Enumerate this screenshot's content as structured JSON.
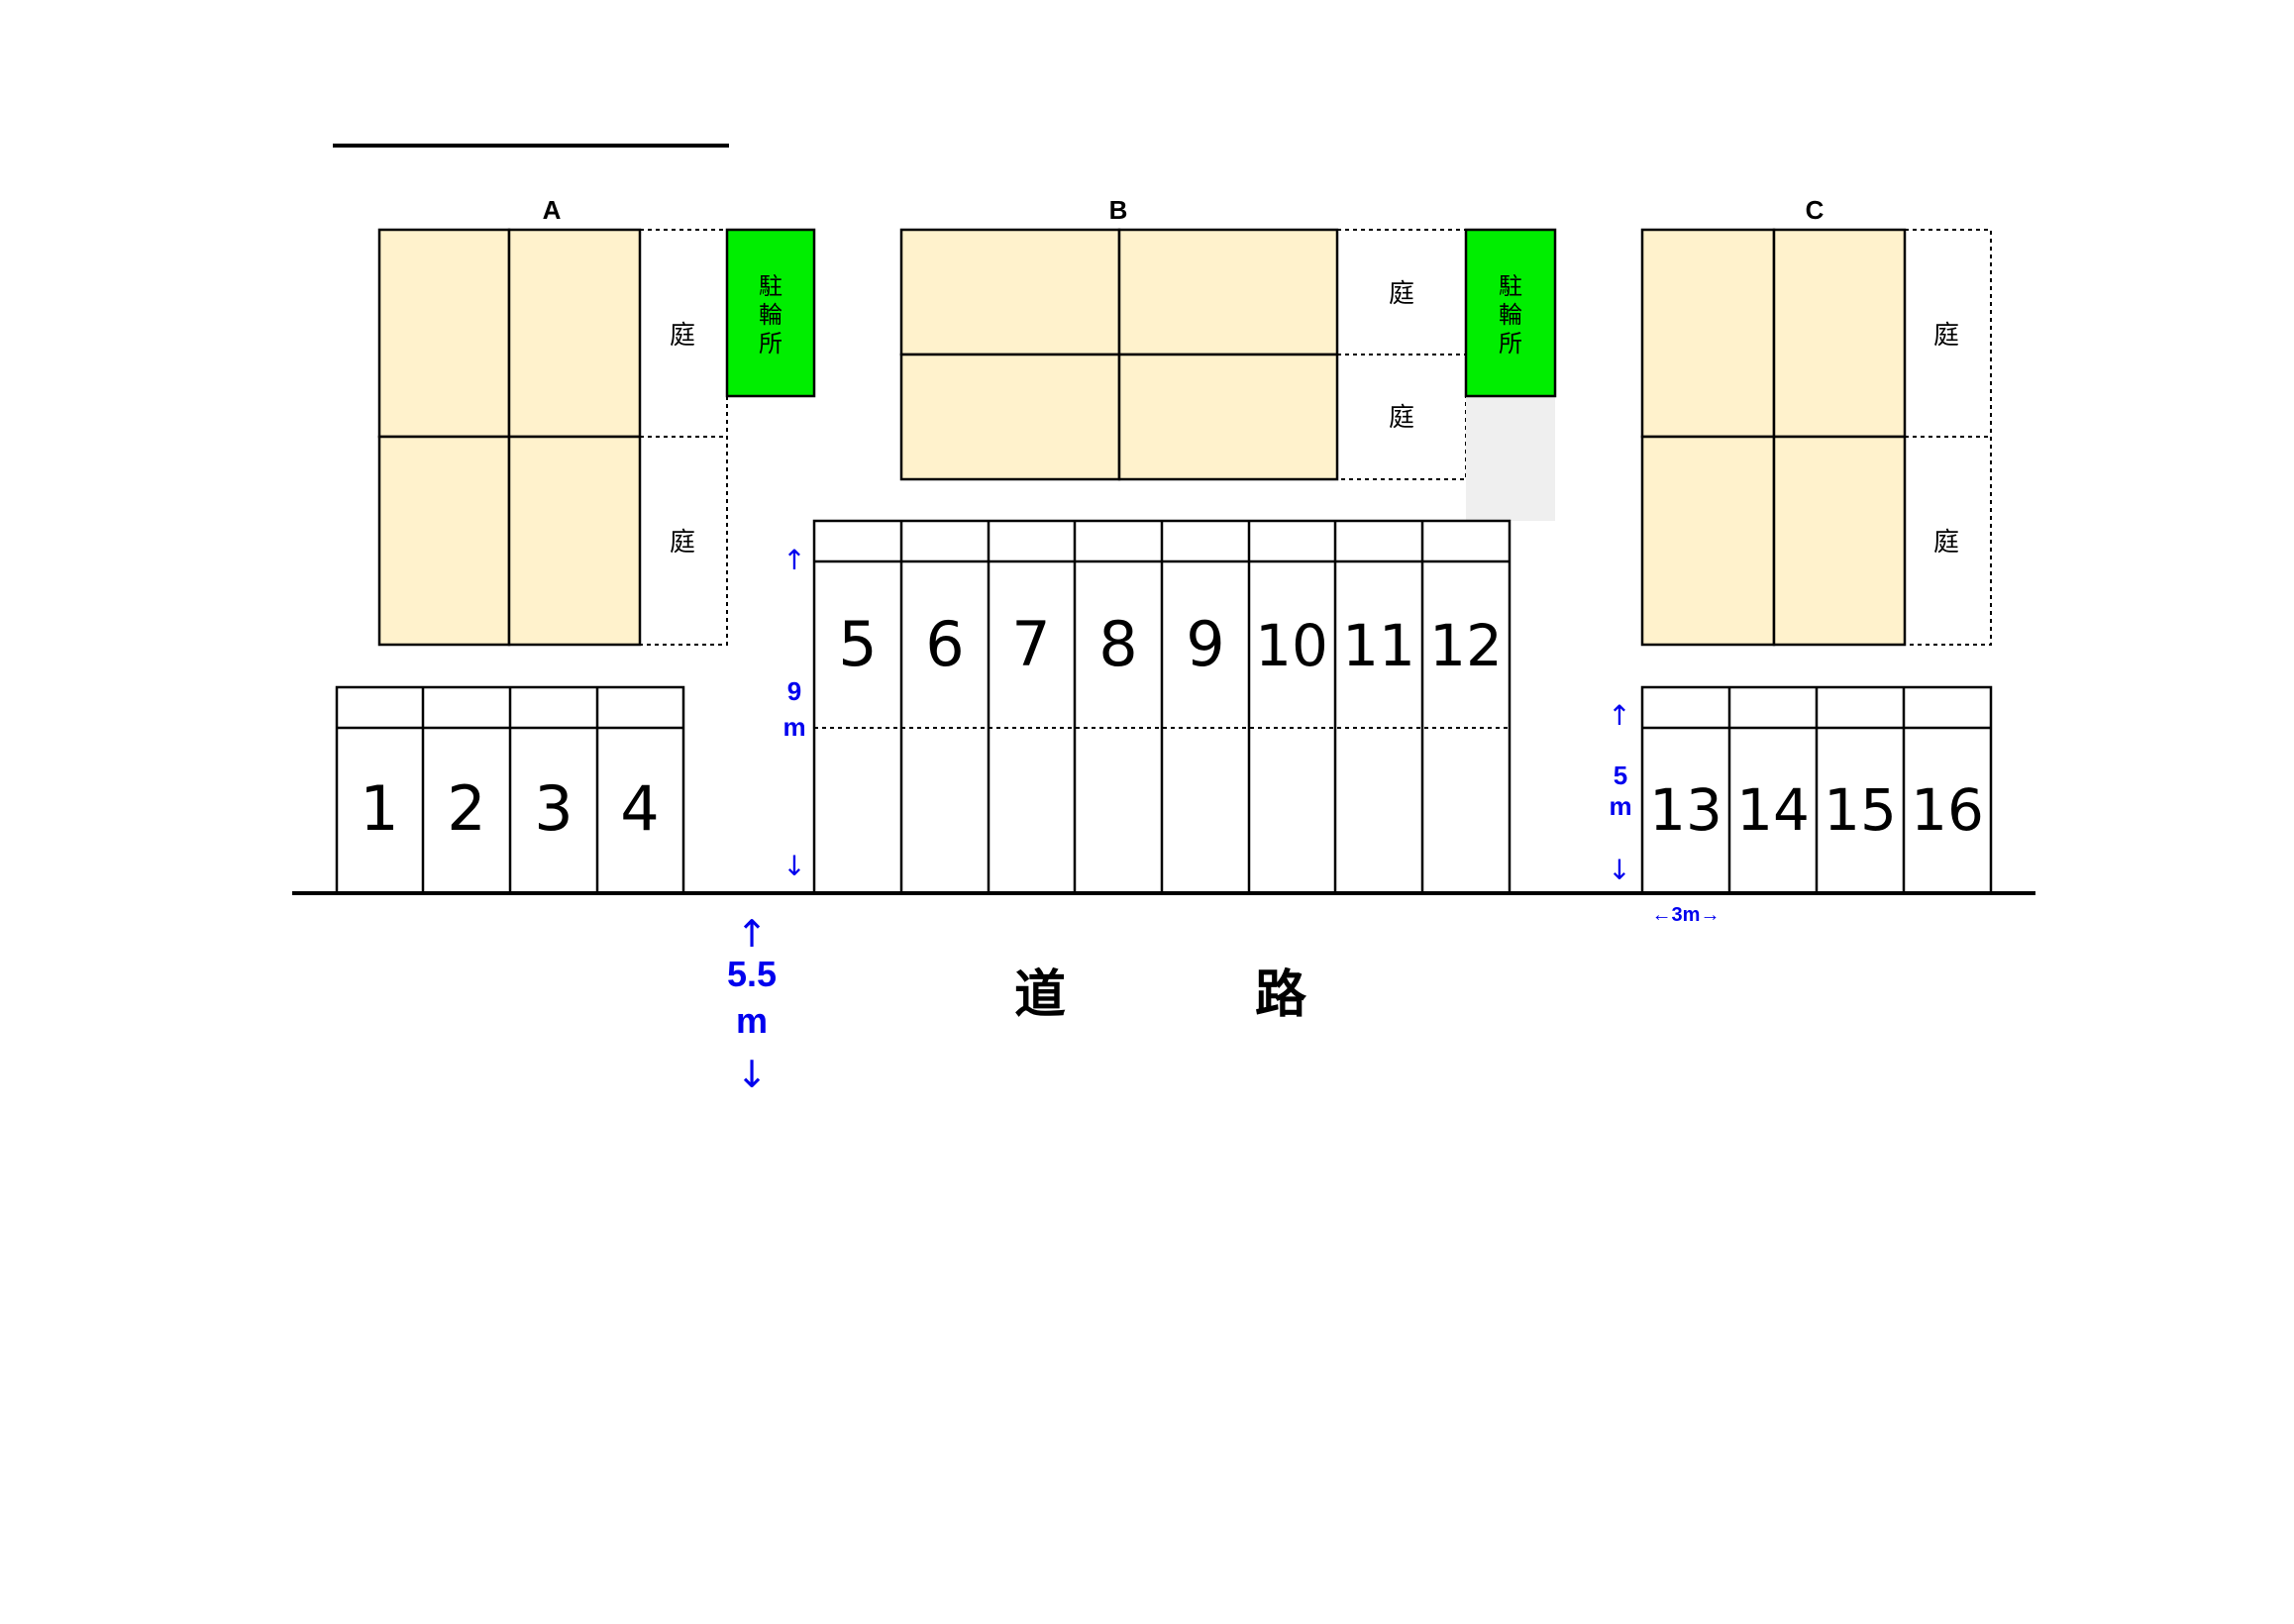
{
  "colors": {
    "unit_fill": "#FFF2CC",
    "bike_fill": "#00EE00",
    "gray_fill": "#EFEFEF",
    "dim_blue": "#0000EE",
    "line": "#000000"
  },
  "buildings": {
    "a": {
      "label": "A"
    },
    "b": {
      "label": "B"
    },
    "c": {
      "label": "C"
    }
  },
  "garden_label": "庭",
  "bicycle_parking": {
    "chars": [
      "駐",
      "輪",
      "所"
    ]
  },
  "parking_spaces": {
    "left": [
      "1",
      "2",
      "3",
      "4"
    ],
    "middle": [
      "5",
      "6",
      "7",
      "8",
      "9",
      "10",
      "11",
      "12"
    ],
    "right": [
      "13",
      "14",
      "15",
      "16"
    ]
  },
  "dimensions": {
    "up_arrow": "↑",
    "down_arrow": "↓",
    "middle_depth": {
      "number": "9",
      "unit": "m"
    },
    "right_depth": {
      "number": "5",
      "unit": "m"
    },
    "space_width": "←3m→",
    "road_width": {
      "number": "5.5",
      "unit": "m"
    }
  },
  "road": {
    "chars": [
      "道",
      "路"
    ]
  }
}
